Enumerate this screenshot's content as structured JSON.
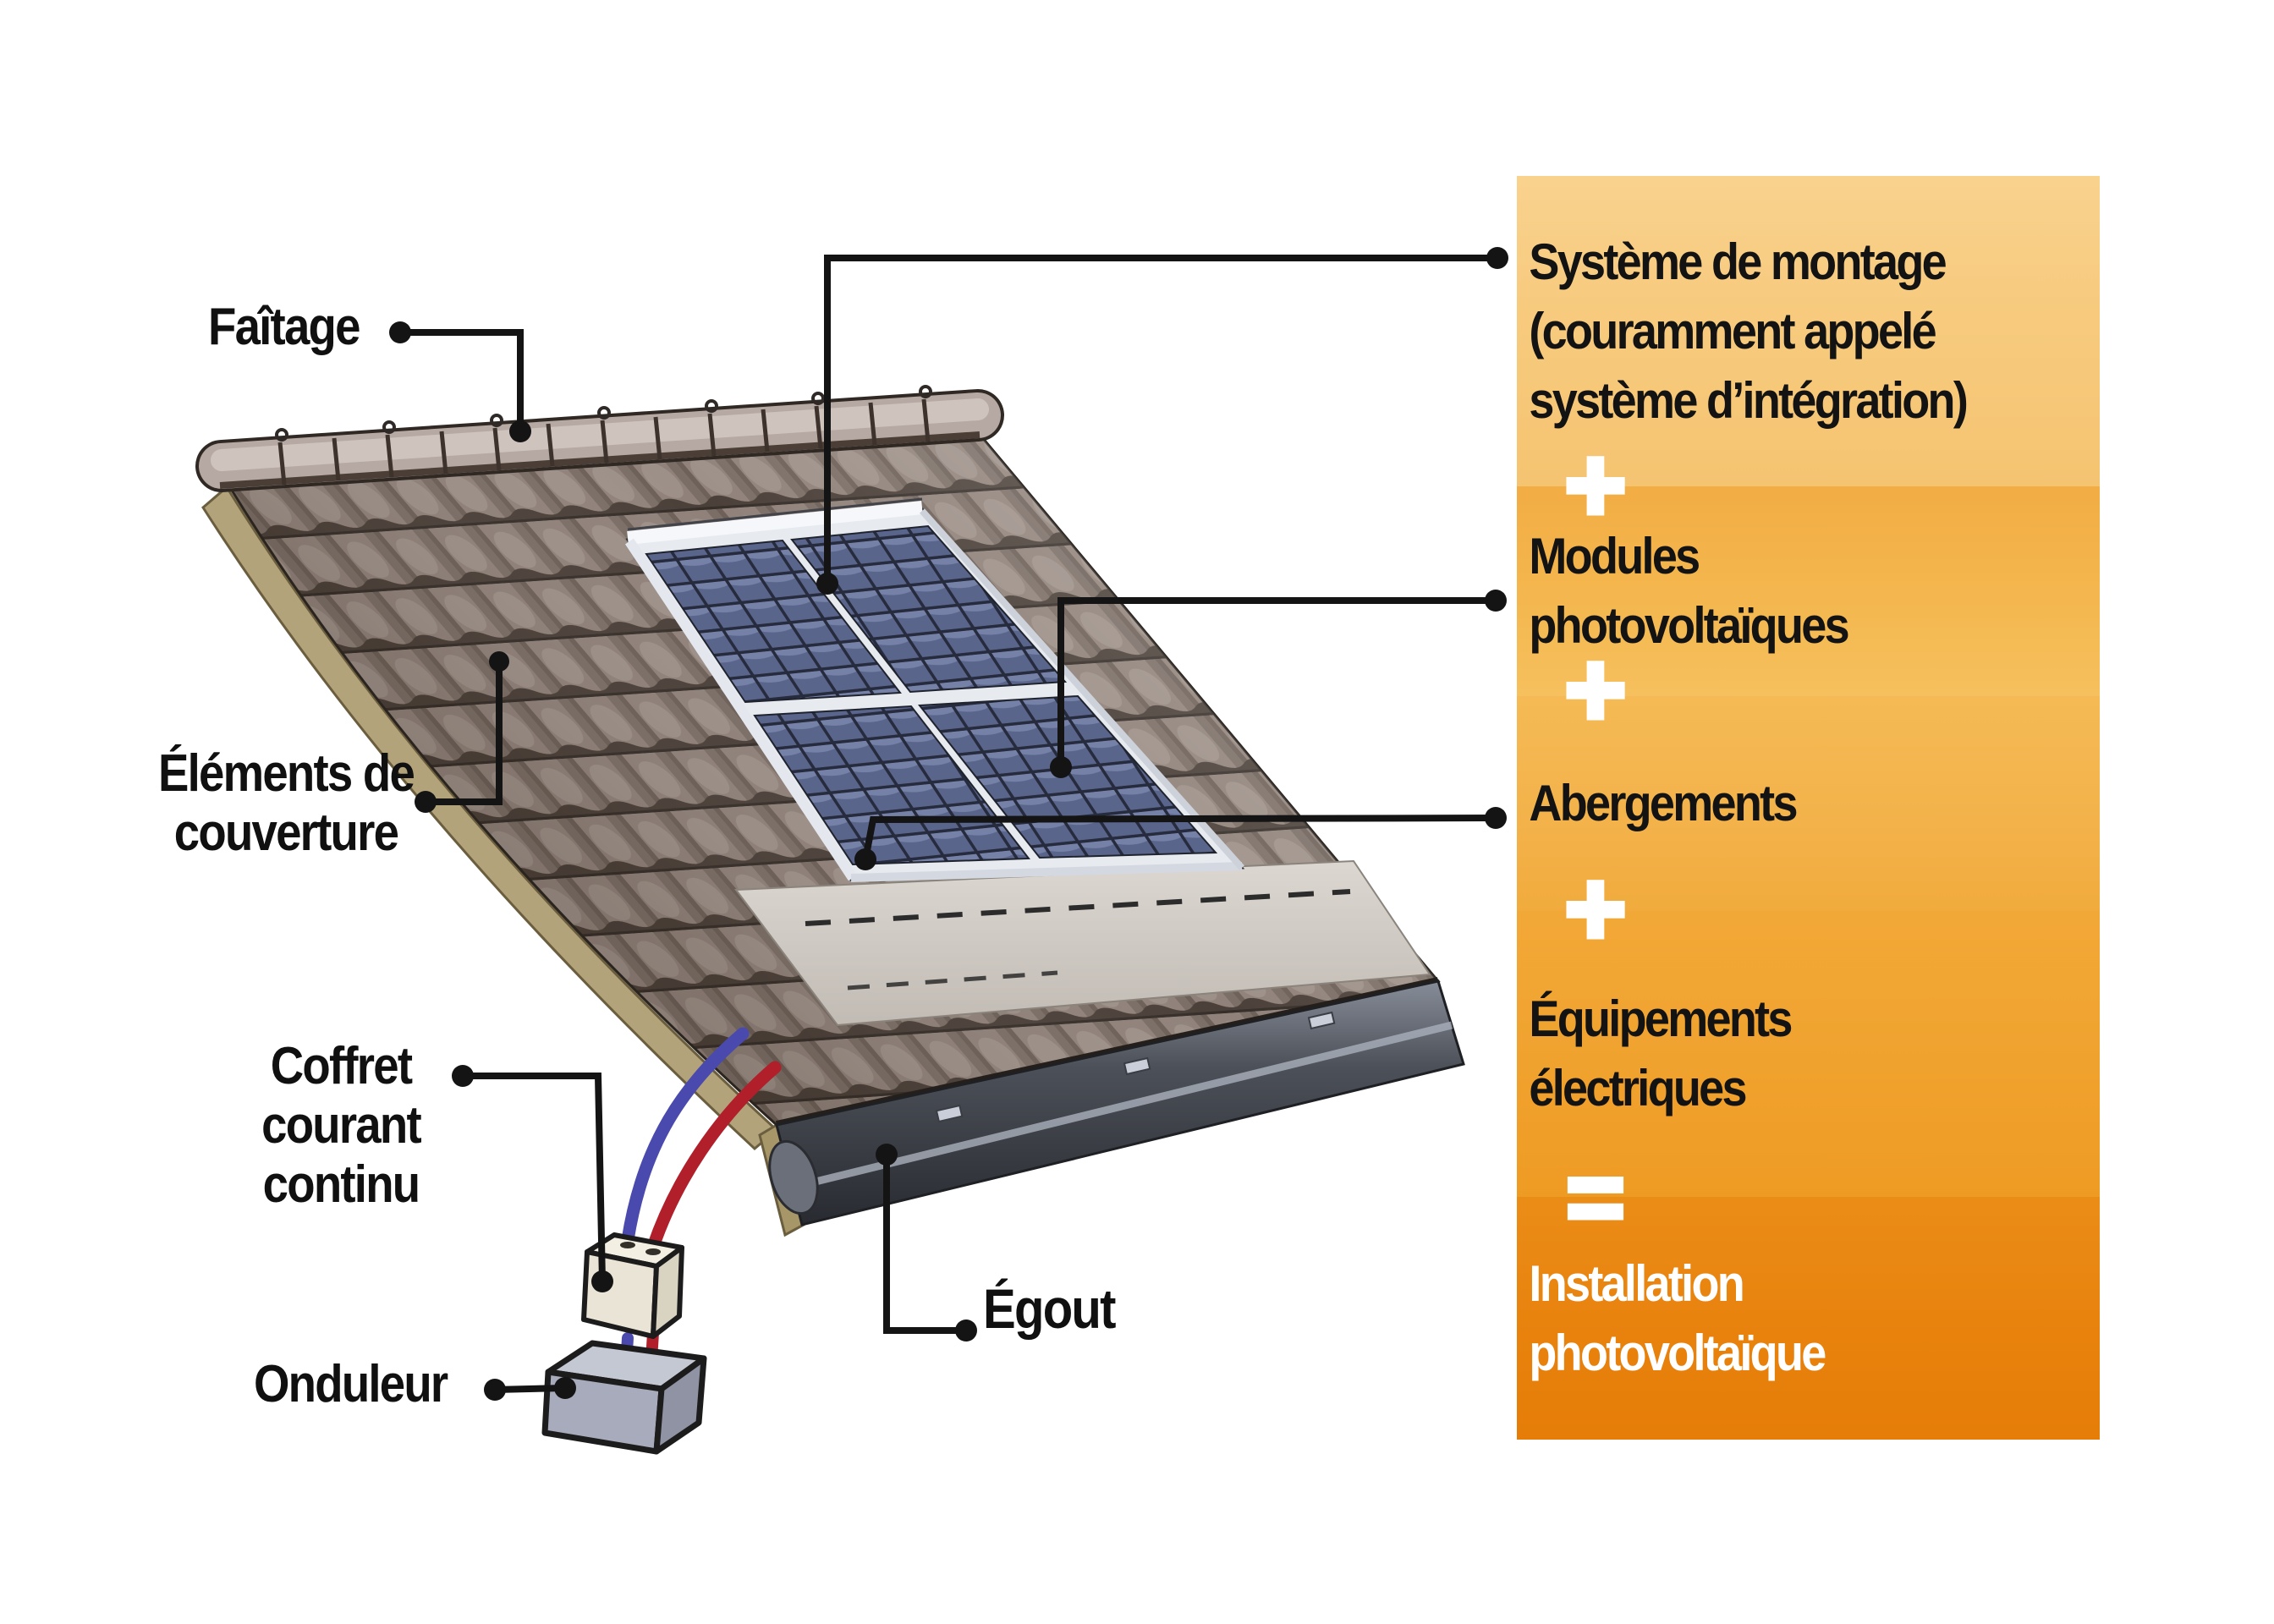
{
  "labels": {
    "faitage": "Faîtage",
    "elements_couverture": "Éléments de\ncouverture",
    "coffret_courant_continu": "Coffret\ncourant\ncontinu",
    "onduleur": "Onduleur",
    "egout": "Égout"
  },
  "panel": {
    "sections": [
      {
        "text": "Système de montage\n(couramment appelé\nsystème d’intégration)"
      },
      {
        "text": "Modules\nphotovoltaïques"
      },
      {
        "text": "Abergements"
      },
      {
        "text": "Équipements\nélectriques"
      },
      {
        "text": "Installation\nphotovoltaïque"
      }
    ],
    "operators": [
      "+",
      "+",
      "+",
      "="
    ],
    "colors": {
      "section1_bg": "#f7cb7f",
      "section2_bg": "#f3b24c",
      "section3_bg": "#f3b24a",
      "section4_bg": "#f0a22e",
      "section5_bg": "#e8830e",
      "operator_color": "#ffffff",
      "text_dark": "#131313",
      "text_light": "#ffffff"
    }
  },
  "illustration": {
    "colors": {
      "roof_tile": "#90827a",
      "ridge_tile": "#b6a9a3",
      "flashing": "#cfc9c2",
      "gutter": "#4c5058",
      "module_cell": "#5a658b",
      "mounting_rail": "#eef0f4",
      "cable_blue": "#4a4aae",
      "cable_red": "#b01f2a",
      "junction_box": "#ece7d9",
      "inverter_box": "#a7abbb",
      "gable_edge": "#b3a37a",
      "connector_line": "#141414"
    }
  }
}
